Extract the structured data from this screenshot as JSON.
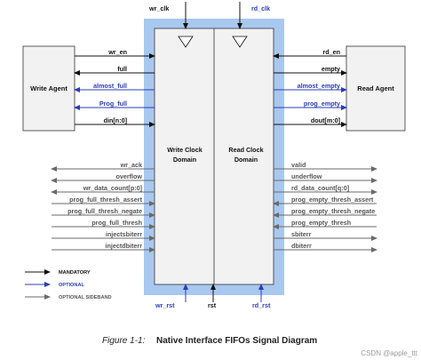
{
  "agents": {
    "write": "Write Agent",
    "read": "Read Agent"
  },
  "domains": {
    "write": [
      "Write Clock",
      "Domain"
    ],
    "read": [
      "Read Clock",
      "Domain"
    ]
  },
  "clocks": {
    "wr": "wr_clk",
    "rd": "rd_clk"
  },
  "resets": {
    "wr": "wr_rst",
    "rst": "rst",
    "rd": "rd_rst"
  },
  "left_upper_signals": [
    {
      "label": "wr_en",
      "type": "mandatory"
    },
    {
      "label": "full",
      "type": "mandatory"
    },
    {
      "label": "almost_full",
      "type": "optional"
    },
    {
      "label": "Prog_full",
      "type": "optional"
    },
    {
      "label": "din[n:0]",
      "type": "mandatory"
    }
  ],
  "right_upper_signals": [
    {
      "label": "rd_en",
      "type": "mandatory"
    },
    {
      "label": "empty",
      "type": "mandatory"
    },
    {
      "label": "almost_empty",
      "type": "optional"
    },
    {
      "label": "prog_empty",
      "type": "optional"
    },
    {
      "label": "dout[m:0]",
      "type": "mandatory"
    }
  ],
  "left_sideband_signals": [
    "wr_ack",
    "overflow",
    "wr_data_count[p:0]",
    "prog_full_thresh_assert",
    "prog_full_thresh_negate",
    "prog_full_thresh",
    "injectsbiterr",
    "injectdbiterr"
  ],
  "right_sideband_signals": [
    "valid",
    "underflow",
    "rd_data_count[q:0]",
    "prog_empty_thresh_assert",
    "prog_empty_thresh_negate",
    "prog_empty_thresh",
    "sbiterr",
    "dbiterr"
  ],
  "legend": [
    "MANDATORY",
    "OPTIONAL",
    "OPTIONAL SIDEBAND"
  ],
  "caption": {
    "figure": "Figure 1-1:",
    "title": "Native Interface FIFOs Signal Diagram"
  },
  "watermark": "CSDN @apple_ttt",
  "colors": {
    "mandatory": "#111111",
    "optional": "#2b3db8",
    "sideband": "#6a6a6a",
    "fifo_border": "#a8c8f0",
    "fifo_fill": "#f2f2f2"
  }
}
